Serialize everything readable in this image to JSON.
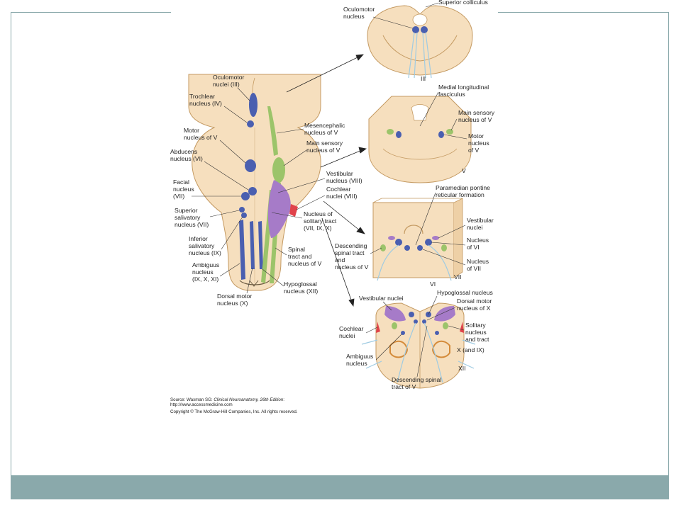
{
  "colors": {
    "frame": "#8aa9ab",
    "tissue": "#f6dfbe",
    "tissue_edge": "#c49a62",
    "motor_nucleus": "#4a5fb0",
    "sensory_nucleus": "#9cc46a",
    "vestibular": "#a67bc8",
    "cochlear": "#e0424a",
    "tract": "#9fcbe2"
  },
  "labels": {
    "oculomotor_nuclei": [
      "Oculomotor",
      "nuclei (III)"
    ],
    "trochlear_nucleus": [
      "Trochlear",
      "nucleus (IV)"
    ],
    "motor_nucleus_v": [
      "Motor",
      "nucleus of V"
    ],
    "abducens_nucleus": [
      "Abducens",
      "nucleus (VI)"
    ],
    "facial_nucleus": [
      "Facial",
      "nucleus",
      "(VII)"
    ],
    "superior_salivatory": [
      "Superior",
      "salivatory",
      "nucleus (VII)"
    ],
    "inferior_salivatory": [
      "Inferior",
      "salivatory",
      "nucleus (IX)"
    ],
    "ambiguus_nucleus": [
      "Ambiguus",
      "nucleus",
      "(IX, X, XI)"
    ],
    "dorsal_motor_nucleus": [
      "Dorsal motor",
      "nucleus (X)"
    ],
    "mesencephalic_nucleus": [
      "Mesencephalic",
      "nucleus of V"
    ],
    "main_sensory_nucleus": [
      "Main sensory",
      "nucleus of V"
    ],
    "vestibular_nucleus": [
      "Vestibular",
      "nucleus (VIII)"
    ],
    "cochlear_nuclei": [
      "Cochlear",
      "nuclei (VIII)"
    ],
    "solitary_tract_nucleus": [
      "Nucleus of",
      "solitary tract",
      "(VII, IX, X)"
    ],
    "spinal_tract_v": [
      "Spinal",
      "tract and",
      "nucleus of V"
    ],
    "hypoglossal_nucleus": [
      "Hypoglossal",
      "nucleus (XII)"
    ]
  },
  "sections": {
    "midbrain": {
      "oculomotor": [
        "Oculomotor",
        "nucleus"
      ],
      "superior_colliculus": "Superior colliculus",
      "nerve": "III"
    },
    "pons_upper": {
      "mlf": [
        "Medial longitudinal",
        "fasciculus"
      ],
      "main_sensory": [
        "Main sensory",
        "nucleus of V"
      ],
      "motor": [
        "Motor",
        "nucleus",
        "of V"
      ],
      "nerve": "V"
    },
    "pons_lower": {
      "pprf": [
        "Paramedian pontine",
        "reticular formation"
      ],
      "vestibular": [
        "Vestibular",
        "nuclei"
      ],
      "nucleus_vi": [
        "Nucleus",
        "of VI"
      ],
      "nucleus_vii": [
        "Nucleus",
        "of VII"
      ],
      "descending_tract": [
        "Descending",
        "spinal tract",
        "and",
        "nucleus of V"
      ],
      "nerve_vii": "VII",
      "nerve_vi": "VI"
    },
    "medulla": {
      "vestibular": "Vestibular nuclei",
      "hypoglossal": "Hypoglossal nucleus",
      "dorsal_motor": [
        "Dorsal motor",
        "nucleus of X"
      ],
      "cochlear": [
        "Cochlear",
        "nuclei"
      ],
      "solitary": [
        "Solitary",
        "nucleus",
        "and tract"
      ],
      "nerve_x": "X (and IX)",
      "ambiguus": [
        "Ambiguus",
        "nucleus"
      ],
      "nerve_xii": "XII",
      "descending": [
        "Descending spinal",
        "tract of V"
      ]
    }
  },
  "source": {
    "line1_prefix": "Source: Waxman SG: ",
    "line1_title": "Clinical Neuroanatomy, 26th Edition",
    "line1_suffix": ":",
    "line2": "http://www.accessmedicine.com",
    "line3": "Copyright © The McGraw-Hill Companies, Inc. All rights reserved."
  }
}
